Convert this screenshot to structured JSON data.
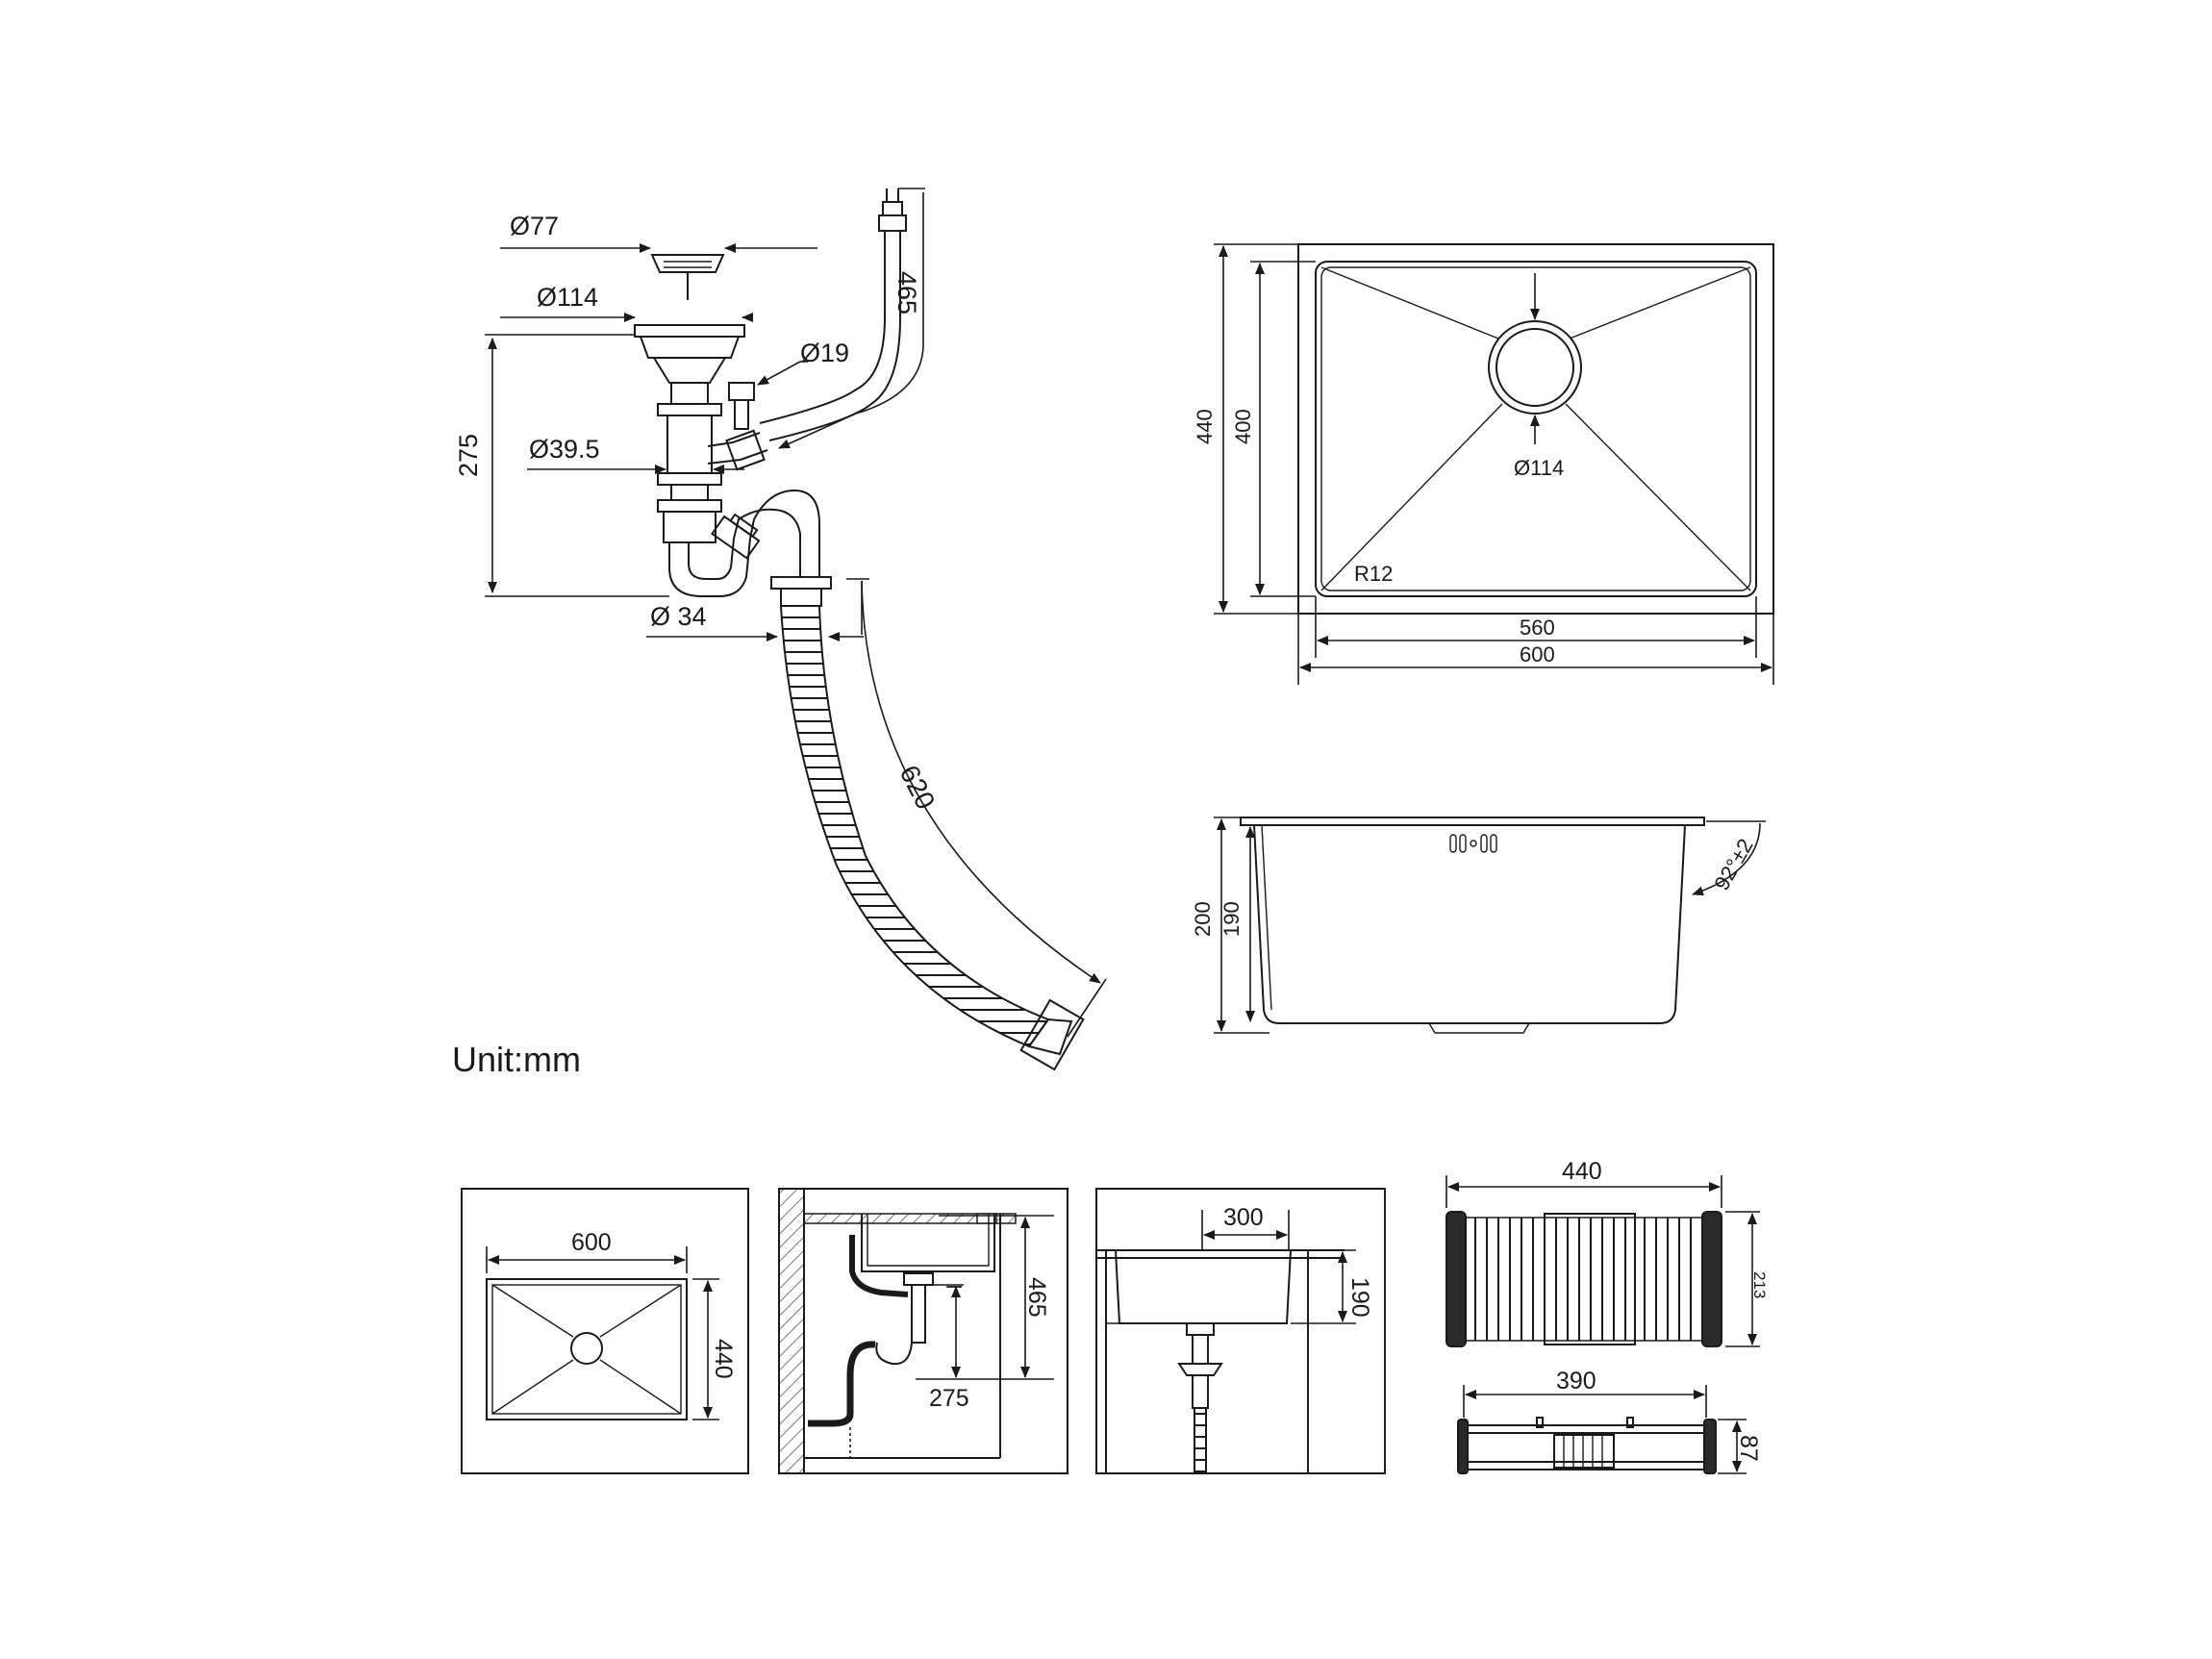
{
  "unit_label": "Unit:mm",
  "drain_kit": {
    "strainer_dia": "Ø77",
    "flange_dia": "Ø114",
    "overflow_dia": "Ø19",
    "pipe_dia": "Ø39.5",
    "outlet_dia": "Ø 34",
    "height": "275",
    "overflow_hose_length": "465",
    "drain_hose_length": "620"
  },
  "top_view": {
    "outer_width": "600",
    "inner_width": "560",
    "outer_depth": "440",
    "inner_depth": "400",
    "drain_dia": "Ø114",
    "corner_radius": "R12"
  },
  "side_view": {
    "total_height": "200",
    "bowl_depth": "190",
    "angle": "92°±2"
  },
  "cards": {
    "top": {
      "width": "600",
      "depth": "440"
    },
    "install": {
      "height": "465",
      "trap_height": "275"
    },
    "front": {
      "width": "300",
      "depth": "190"
    },
    "basket": {
      "length": "440",
      "width": "213",
      "inner_length": "390",
      "height": "87"
    }
  },
  "colors": {
    "line": "#1a1a1a",
    "background": "#ffffff",
    "wall_hatch": "#777777"
  }
}
